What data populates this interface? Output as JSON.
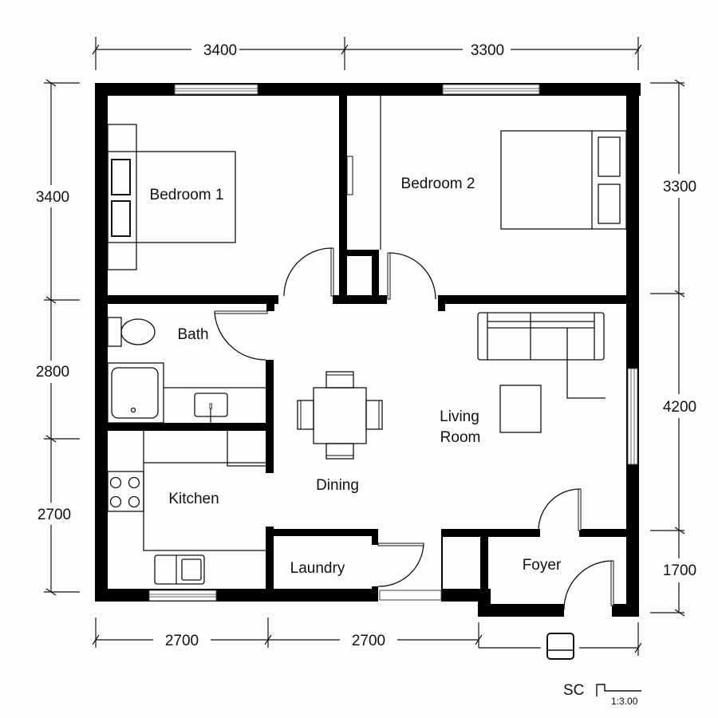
{
  "plan": {
    "rooms": [
      {
        "id": "bedroom1",
        "label": "Bedroom 1"
      },
      {
        "id": "bedroom2",
        "label": "Bedroom 2"
      },
      {
        "id": "bath",
        "label": "Bath"
      },
      {
        "id": "kitchen",
        "label": "Kitchen"
      },
      {
        "id": "dining",
        "label": "Dining"
      },
      {
        "id": "living",
        "label_line1": "Living",
        "label_line2": "Room"
      },
      {
        "id": "laundry",
        "label": "Laundry"
      },
      {
        "id": "foyer",
        "label": "Foyer"
      }
    ],
    "dimensions": {
      "top": [
        "3400",
        "3300"
      ],
      "bottom": [
        "2700",
        "2700"
      ],
      "left": [
        "3400",
        "2800",
        "2700"
      ],
      "right": [
        "3300",
        "4200",
        "1700"
      ]
    },
    "scale": {
      "label": "SC",
      "value": "1:3.00"
    },
    "furniture": [
      "bed-icon",
      "bed-icon",
      "toilet-icon",
      "bathtub-icon",
      "sink-icon",
      "stove-icon",
      "kitchen-sink-icon",
      "dining-table-icon",
      "sofa-icon",
      "coffee-table-icon",
      "doormat-icon"
    ],
    "colors": {
      "wall": "#000000",
      "background": "#fdfdfd",
      "line": "#111111"
    }
  }
}
